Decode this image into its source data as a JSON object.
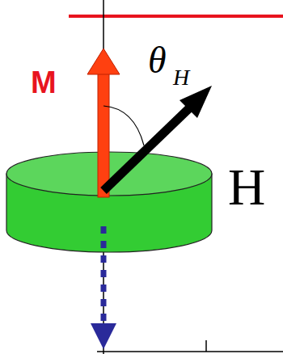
{
  "diagram": {
    "labels": [
      "M",
      "θ",
      "H",
      "H"
    ]
  }
}
